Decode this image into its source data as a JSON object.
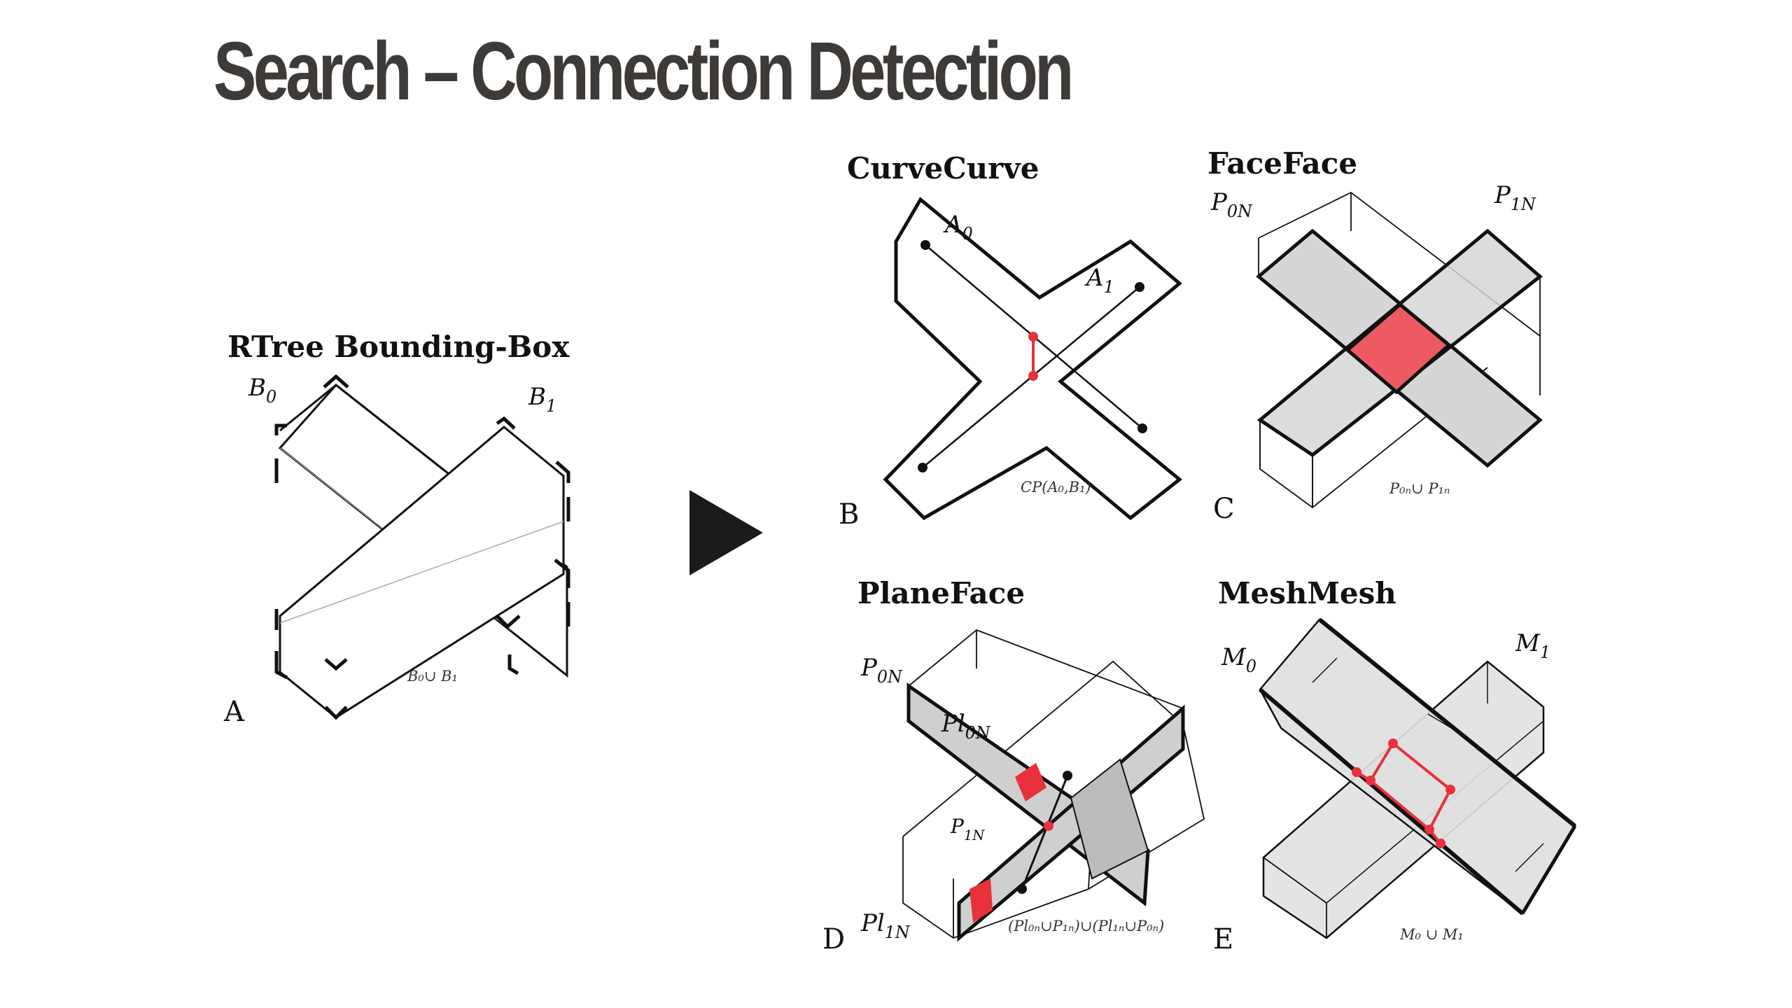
{
  "slide": {
    "title": "Search – Connection Detection"
  },
  "panels": {
    "a": {
      "title": "RTree Bounding-Box",
      "letter": "A",
      "labels": {
        "b0": "B",
        "b0_sub": "0",
        "b1": "B",
        "b1_sub": "1"
      },
      "formula": "B₀∪ B₁"
    },
    "b": {
      "title": "CurveCurve",
      "letter": "B",
      "labels": {
        "a0": "A",
        "a0_sub": "0",
        "a1": "A",
        "a1_sub": "1"
      },
      "formula": "CP(A₀,B₁)"
    },
    "c": {
      "title": "FaceFace",
      "letter": "C",
      "labels": {
        "p0": "P",
        "p0_sub": "0N",
        "p1": "P",
        "p1_sub": "1N"
      },
      "formula": "P₀ₙ∪ P₁ₙ"
    },
    "d": {
      "title": "PlaneFace",
      "letter": "D",
      "labels": {
        "p0": "P",
        "p0_sub": "0N",
        "pl0": "Pl",
        "pl0_sub": "0N",
        "p1": "P",
        "p1_sub": "1N",
        "pl1": "Pl",
        "pl1_sub": "1N"
      },
      "formula": "(Pl₀ₙ∪P₁ₙ)∪(Pl₁ₙ∪P₀ₙ)"
    },
    "e": {
      "title": "MeshMesh",
      "letter": "E",
      "labels": {
        "m0": "M",
        "m0_sub": "0",
        "m1": "M",
        "m1_sub": "1"
      },
      "formula": "M₀ ∪ M₁"
    }
  },
  "colors": {
    "highlight": "#e8313a",
    "highlight_fill": "#ee5a62",
    "face_fill": "#d6d6d6",
    "mesh_fill": "#e2e2e2",
    "ink": "#111111",
    "title": "#3d3a38"
  },
  "icons": {
    "arrow": "play-triangle-icon"
  }
}
